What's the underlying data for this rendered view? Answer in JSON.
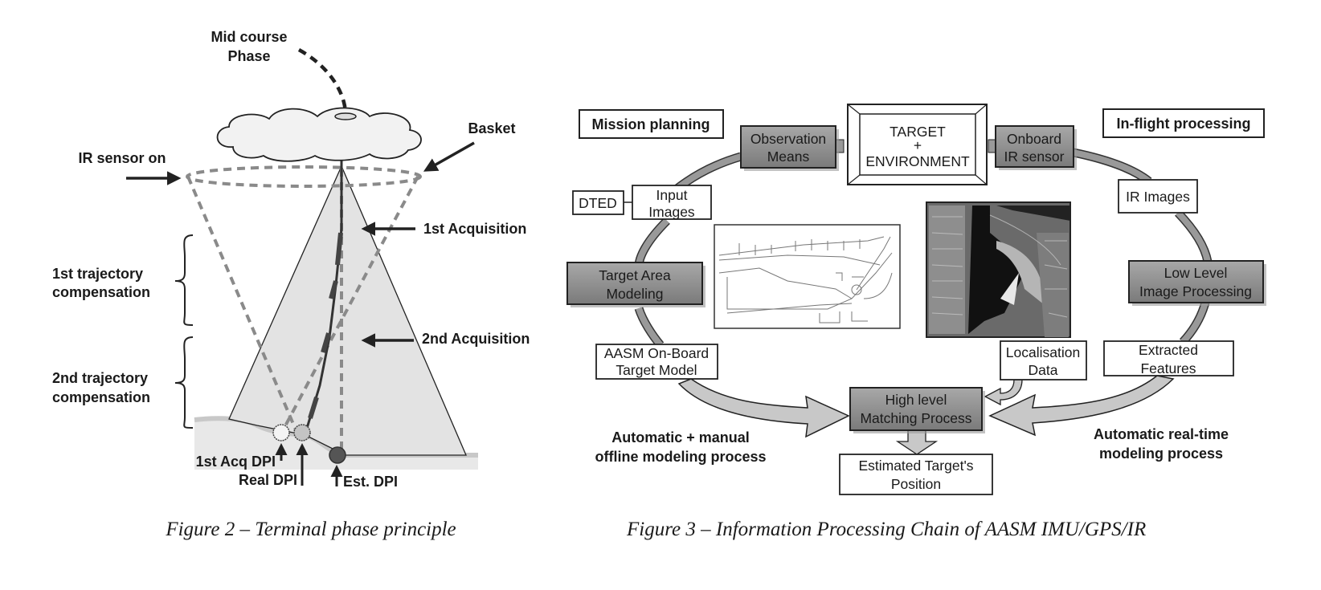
{
  "figure2": {
    "caption": "Figure 2 – Terminal phase principle",
    "labels": {
      "mid_course_line1": "Mid course",
      "mid_course_line2": "Phase",
      "basket": "Basket",
      "ir_sensor_on": "IR sensor on",
      "first_acquisition": "1st Acquisition",
      "second_acquisition": "2nd Acquisition",
      "first_traj_line1": "1st trajectory",
      "first_traj_line2": "compensation",
      "second_traj_line1": "2nd trajectory",
      "second_traj_line2": "compensation",
      "first_acq_dpi": "1st Acq DPI",
      "real_dpi": "Real DPI",
      "est_dpi": "Est. DPI"
    }
  },
  "figure3": {
    "caption": "Figure 3 – Information Processing Chain of AASM IMU/GPS/IR",
    "mission_planning": "Mission planning",
    "inflight_processing": "In-flight processing",
    "target_line1": "TARGET",
    "target_line2": "+",
    "target_line3": "ENVIRONMENT",
    "observation_line1": "Observation",
    "observation_line2": "Means",
    "onboard_line1": "Onboard",
    "onboard_line2": "IR sensor",
    "dted": "DTED",
    "input_images_line1": "Input",
    "input_images_line2": "Images",
    "ir_images": "IR Images",
    "target_area_line1": "Target Area",
    "target_area_line2": "Modeling",
    "low_level_line1": "Low Level",
    "low_level_line2": "Image Processing",
    "aasm_line1": "AASM On-Board",
    "aasm_line2": "Target Model",
    "localisation_line1": "Localisation",
    "localisation_line2": "Data",
    "extracted_line1": "Extracted",
    "extracted_line2": "Features",
    "high_level_line1": "High level",
    "high_level_line2": "Matching Process",
    "estimated_line1": "Estimated Target's",
    "estimated_line2": "Position",
    "auto_manual_line1": "Automatic + manual",
    "auto_manual_line2": "offline modeling process",
    "auto_rt_line1": "Automatic real-time",
    "auto_rt_line2": "modeling process"
  },
  "colors": {
    "gray_box": "#8c8c8c",
    "light_fill": "#e6e6e6",
    "dashed": "#8a8a8a",
    "text": "#1a1a1a"
  }
}
